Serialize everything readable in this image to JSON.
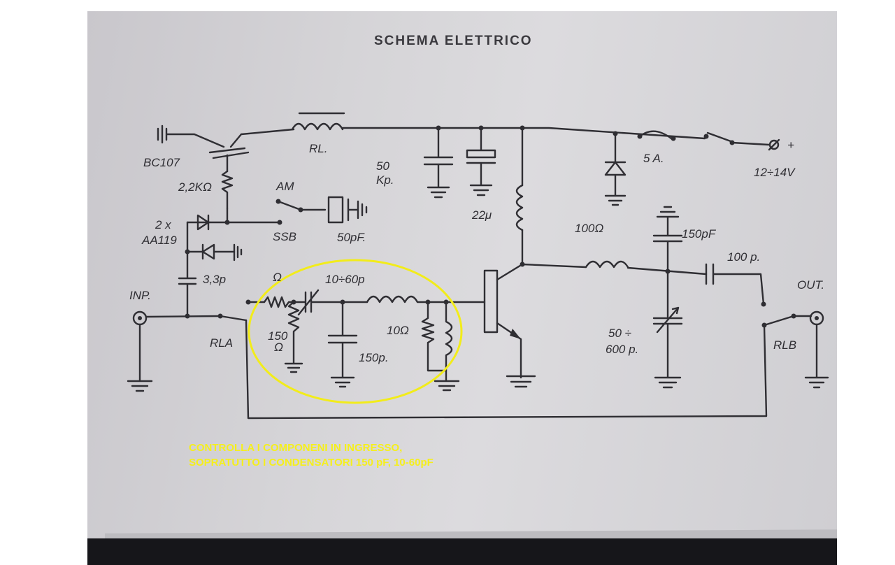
{
  "title": "SCHEMA ELETTRICO",
  "labels": {
    "transistor": "BC107",
    "resistor_top": "2,2KΩ",
    "diodes": "2 x",
    "diodes_type": "AA119",
    "relay_coil": "RL.",
    "cap_50k": "50",
    "cap_50k_unit": "Kp.",
    "cap_22u": "22μ",
    "fuse": "5 A.",
    "supply": "12÷14V",
    "plus": "+",
    "am": "AM",
    "ssb": "SSB",
    "cap_50pf": "50pF.",
    "cap_3p3": "3,3p",
    "input": "INP.",
    "rla": "RLA",
    "res_input": "Ω",
    "res_150": "150",
    "res_150_unit": "Ω",
    "trimmer_10_60": "10÷60p",
    "cap_150p_in": "150p.",
    "res_10": "10Ω",
    "inductor_100": "100Ω",
    "cap_150pf_out": "150pF",
    "cap_100p": "100 p.",
    "trimmer_50_600_a": "50 ÷",
    "trimmer_50_600_b": "600 p.",
    "output": "OUT.",
    "rlb": "RLB"
  },
  "annotation": {
    "line1": "CONTROLLA I COMPONENI IN INGRESSO,",
    "line2": "SOPRATUTTO I CONDENSATORI 150 pF, 10-60pF",
    "color": "#f5ef1c"
  }
}
